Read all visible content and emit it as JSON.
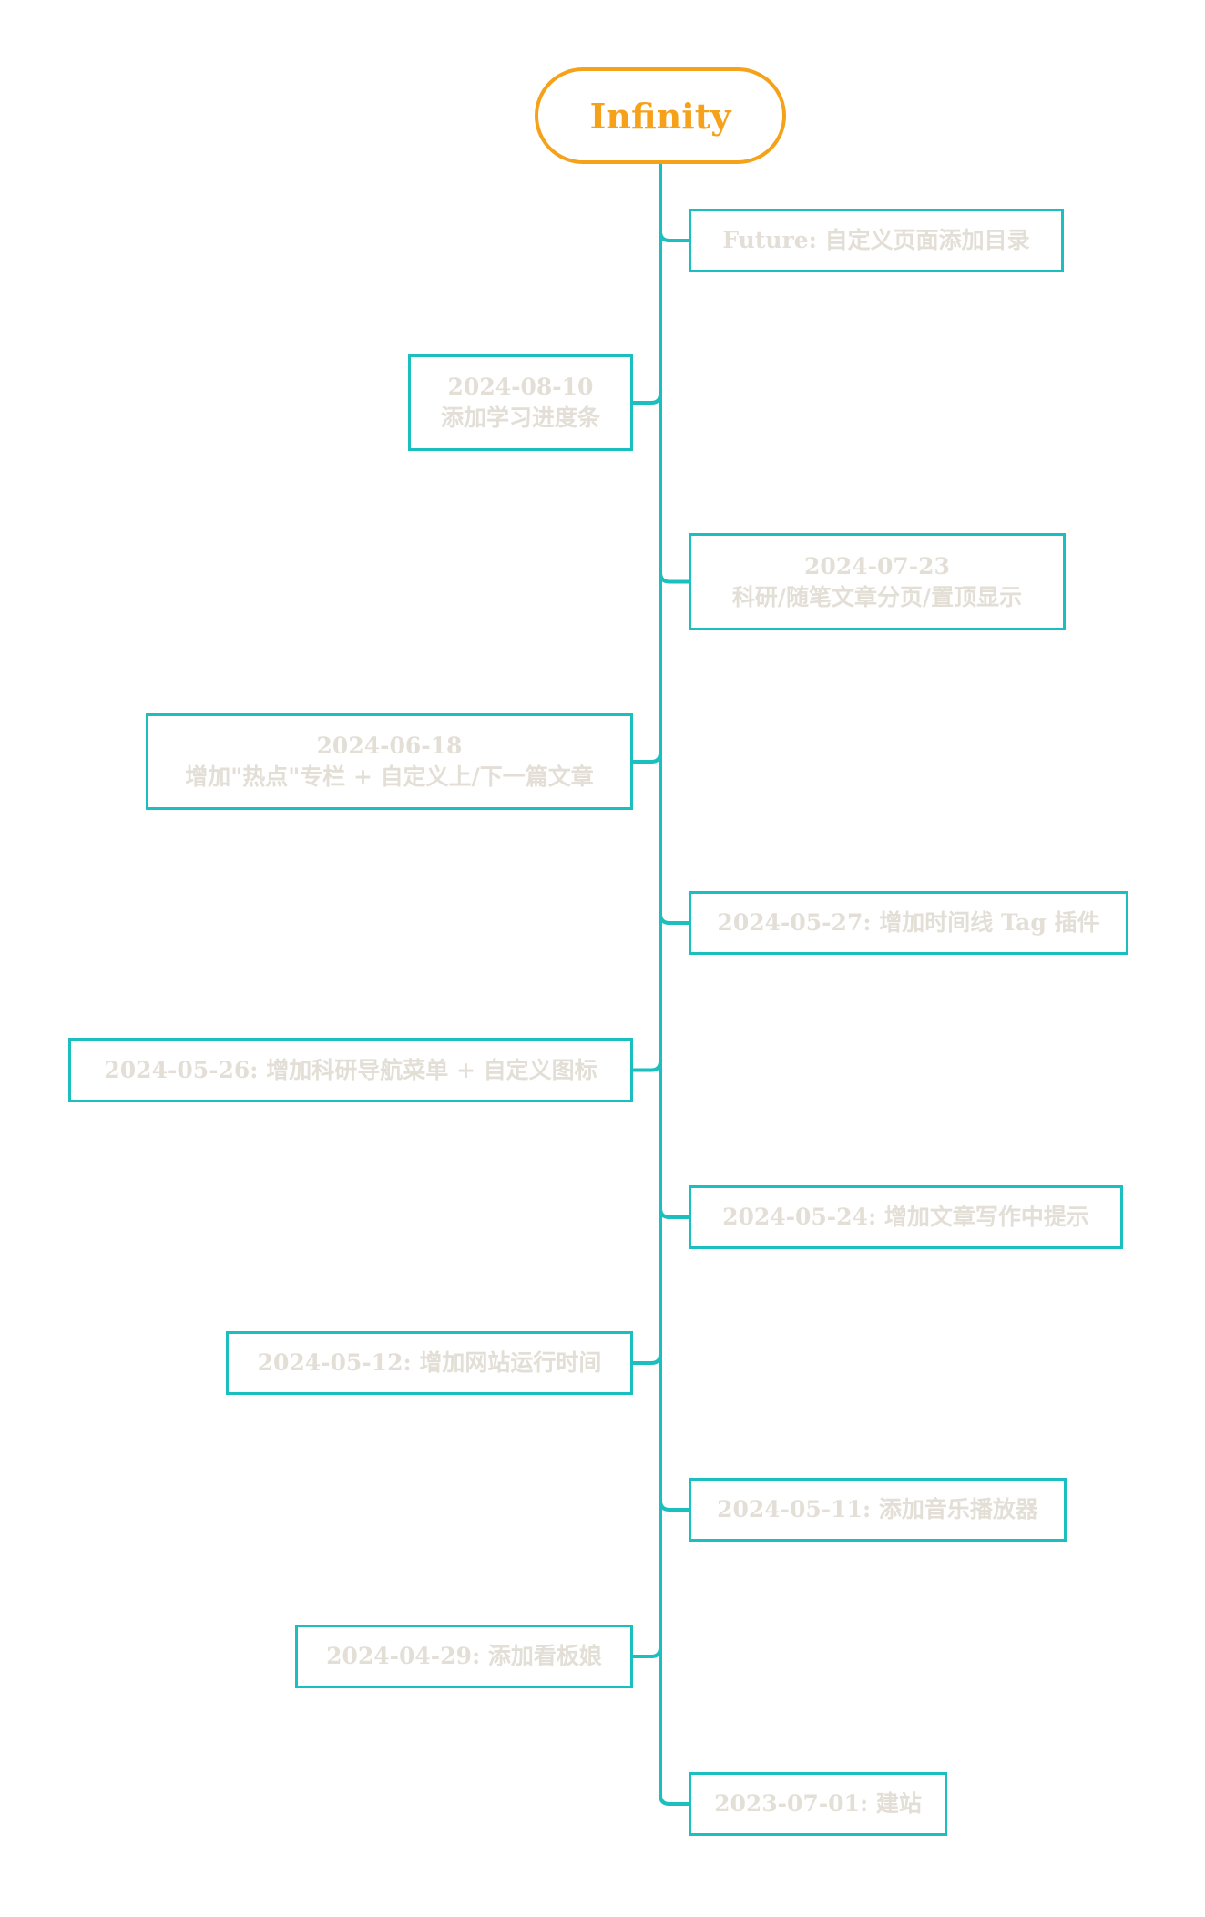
{
  "root": {
    "label": "Infinity"
  },
  "colors": {
    "root_border": "#f5a21a",
    "root_text": "#f5a21a",
    "connector": "#1bbfbf",
    "node_border": "#1bbfbf",
    "node_text": "#e3dfd7"
  },
  "nodes": [
    {
      "side": "right",
      "lines": [
        "Future: 自定义页面添加目录"
      ]
    },
    {
      "side": "left",
      "lines": [
        "2024-08-10",
        "添加学习进度条"
      ]
    },
    {
      "side": "right",
      "lines": [
        "2024-07-23",
        "科研/随笔文章分页/置顶显示"
      ]
    },
    {
      "side": "left",
      "lines": [
        "2024-06-18",
        "增加\"热点\"专栏 + 自定义上/下一篇文章"
      ]
    },
    {
      "side": "right",
      "lines": [
        "2024-05-27: 增加时间线 Tag 插件"
      ]
    },
    {
      "side": "left",
      "lines": [
        "2024-05-26: 增加科研导航菜单 + 自定义图标"
      ]
    },
    {
      "side": "right",
      "lines": [
        "2024-05-24: 增加文章写作中提示"
      ]
    },
    {
      "side": "left",
      "lines": [
        "2024-05-12: 增加网站运行时间"
      ]
    },
    {
      "side": "right",
      "lines": [
        "2024-05-11: 添加音乐播放器"
      ]
    },
    {
      "side": "left",
      "lines": [
        "2024-04-29: 添加看板娘"
      ]
    },
    {
      "side": "right",
      "lines": [
        "2023-07-01: 建站"
      ]
    }
  ]
}
